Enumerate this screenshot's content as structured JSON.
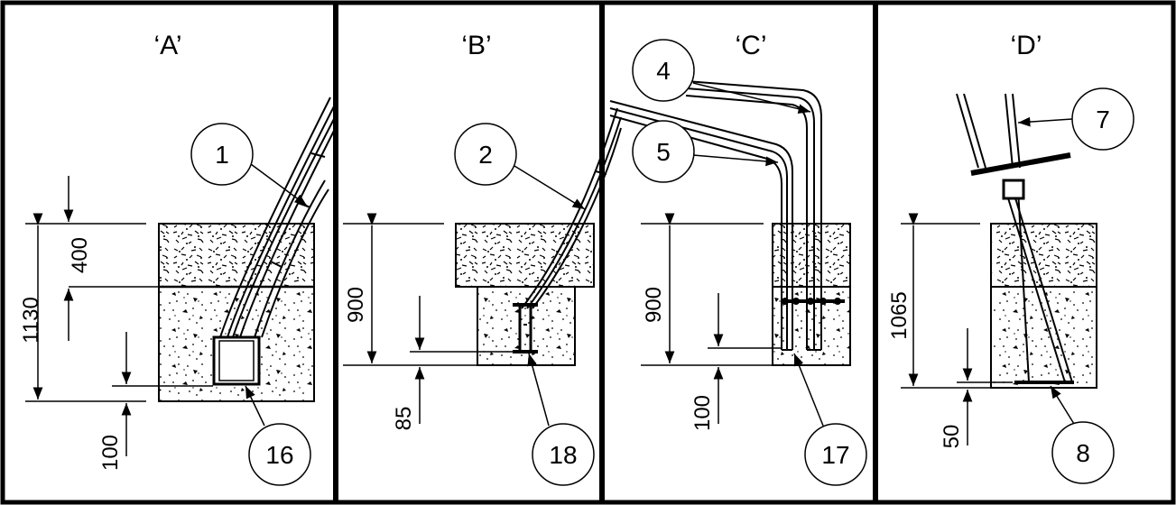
{
  "panels": [
    {
      "title": "‘A’",
      "callouts": [
        "1",
        "16"
      ],
      "dims": [
        "1130",
        "400",
        "100"
      ]
    },
    {
      "title": "‘B’",
      "callouts": [
        "2",
        "18"
      ],
      "dims": [
        "900",
        "85"
      ]
    },
    {
      "title": "‘C’",
      "callouts": [
        "4",
        "5",
        "17"
      ],
      "dims": [
        "900",
        "100"
      ]
    },
    {
      "title": "‘D’",
      "callouts": [
        "7",
        "8"
      ],
      "dims": [
        "1065",
        "50"
      ]
    }
  ],
  "colors": {
    "line": "#000000",
    "background": "#ffffff"
  }
}
